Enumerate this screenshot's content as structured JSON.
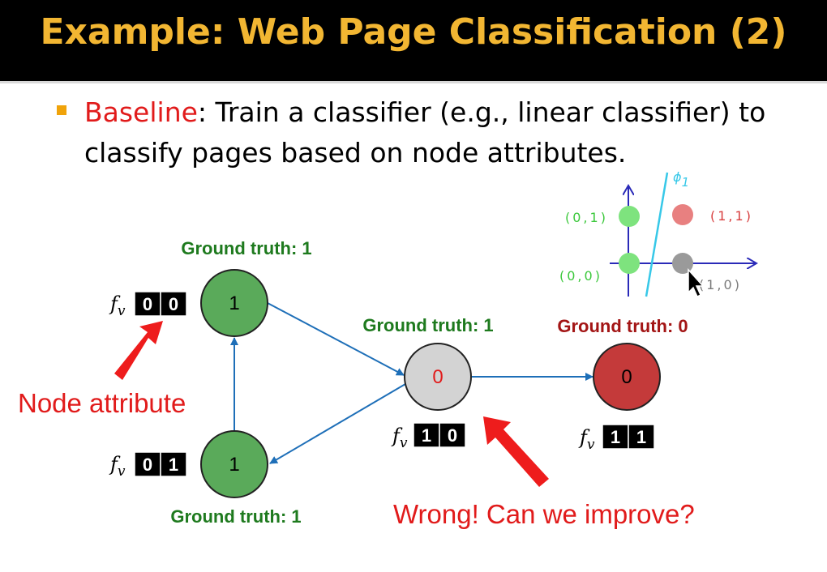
{
  "slide": {
    "title": "Example: Web Page Classification (2)",
    "bullet": {
      "keyword": "Baseline",
      "text": ": Train a classifier (e.g., linear classifier) to classify pages based on node attributes."
    }
  },
  "graph": {
    "nodes": [
      {
        "id": "top-left",
        "label": "1",
        "ground_truth": "Ground truth: 1",
        "features": [
          "0",
          "0"
        ],
        "fill": "#5aaa5a"
      },
      {
        "id": "bottom-left",
        "label": "1",
        "ground_truth": "Ground truth: 1",
        "features": [
          "0",
          "1"
        ],
        "fill": "#5aaa5a"
      },
      {
        "id": "middle",
        "label": "0",
        "ground_truth": "Ground truth: 1",
        "features": [
          "1",
          "0"
        ],
        "fill": "#d3d3d3"
      },
      {
        "id": "right",
        "label": "0",
        "ground_truth": "Ground truth: 0",
        "features": [
          "1",
          "1"
        ],
        "fill": "#c43a3a"
      }
    ],
    "edges": [
      {
        "from": "bottom-left",
        "to": "top-left"
      },
      {
        "from": "top-left",
        "to": "middle"
      },
      {
        "from": "middle",
        "to": "bottom-left"
      },
      {
        "from": "middle",
        "to": "right"
      }
    ],
    "feature_symbol": "f",
    "feature_subscript": "v"
  },
  "callouts": {
    "node_attribute": "Node attribute",
    "wrong": "Wrong! Can we improve?"
  },
  "sketch": {
    "phi_label": "ϕ",
    "phi_subscript": "1",
    "points": [
      {
        "label": "(0,1)",
        "color": "#7ee37e"
      },
      {
        "label": "(1,1)",
        "color": "#e88080"
      },
      {
        "label": "(0,0)",
        "color": "#7ee37e"
      },
      {
        "label": "(1,0)",
        "color": "#9a9a9a"
      }
    ]
  },
  "colors": {
    "title": "#f2b632",
    "keyword_red": "#e11b1b",
    "ground_truth_green": "#1e7a1e",
    "ground_truth_red": "#a31515",
    "edge_blue": "#1e6fb8",
    "arrow_red": "#ee1c1c"
  }
}
